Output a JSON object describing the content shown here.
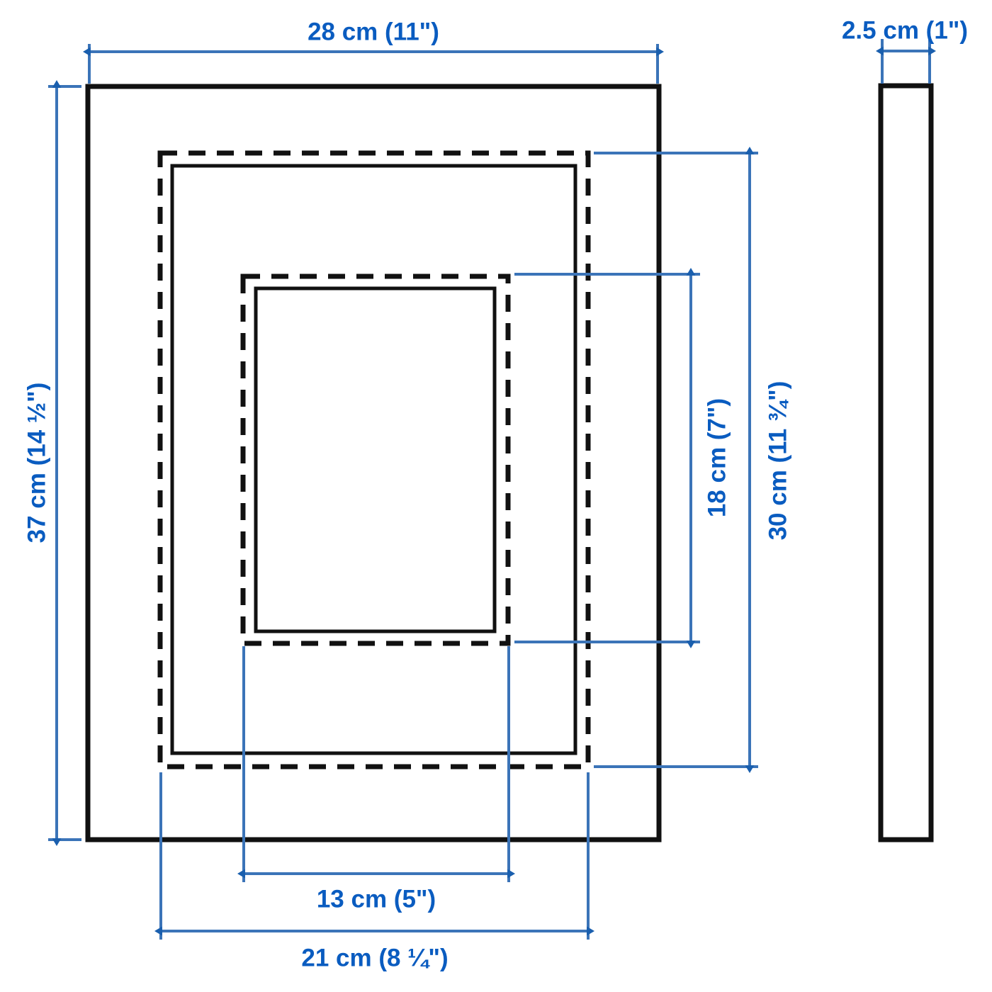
{
  "drawing": {
    "type": "technical-dimension-drawing",
    "subject": "picture-frame",
    "views": [
      "front-view",
      "side-view"
    ],
    "colors": {
      "label_blue": "#0A5CC0",
      "dimension_line_blue": "#3B74B8",
      "outline_black": "#111111",
      "background": "#FFFFFF"
    }
  },
  "dimensions": {
    "frame_width": {
      "label": "28 cm (11\")",
      "cm": 28,
      "inch": "11\"",
      "orientation": "horizontal",
      "position": "top",
      "measures": "outer-frame-width"
    },
    "frame_height": {
      "label": "37 cm (14 ½\")",
      "cm": 37,
      "inch": "14 ½\"",
      "orientation": "vertical",
      "position": "left",
      "measures": "outer-frame-height"
    },
    "frame_depth": {
      "label": "2.5 cm (1\")",
      "cm": 2.5,
      "inch": "1\"",
      "orientation": "horizontal",
      "position": "top-right",
      "measures": "side-view-thickness"
    },
    "mount_opening_height": {
      "label": "30 cm (11 ¾\")",
      "cm": 30,
      "inch": "11 ¾\"",
      "orientation": "vertical",
      "position": "right-outer",
      "measures": "mat-outer-height"
    },
    "picture_height": {
      "label": "18 cm (7\")",
      "cm": 18,
      "inch": "7\"",
      "orientation": "vertical",
      "position": "right-inner",
      "measures": "picture-opening-height"
    },
    "picture_width": {
      "label": "13 cm (5\")",
      "cm": 13,
      "inch": "5\"",
      "orientation": "horizontal",
      "position": "bottom-inner",
      "measures": "picture-opening-width"
    },
    "mount_opening_width": {
      "label": "21 cm (8 ¼\")",
      "cm": 21,
      "inch": "8 ¼\"",
      "orientation": "horizontal",
      "position": "bottom-outer",
      "measures": "mat-outer-width"
    }
  },
  "shapes": {
    "front_view_outline": "outer frame rectangle, solid black",
    "mat_dashed_rect": "mat outer boundary, dashed black",
    "mat_solid_rect": "mat outer boundary, solid black",
    "picture_dashed_rect": "picture opening boundary, dashed black",
    "picture_solid_rect": "picture opening boundary, solid black",
    "side_view_outline": "side profile rectangle, solid black"
  }
}
